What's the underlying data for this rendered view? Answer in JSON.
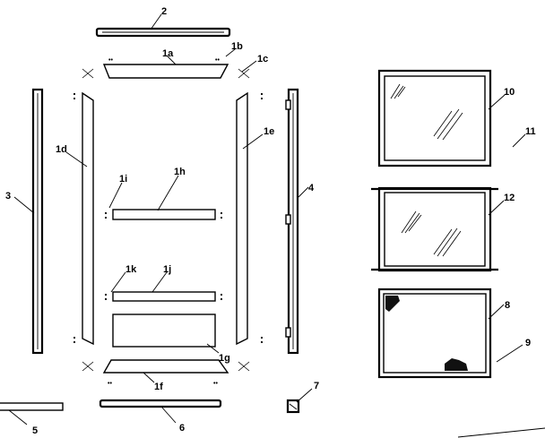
{
  "labels": {
    "l2": "2",
    "l1a": "1a",
    "l1b": "1b",
    "l1c": "1c",
    "l1d": "1d",
    "l1e": "1e",
    "l1h": "1h",
    "l1i": "1i",
    "l1k": "1k",
    "l1j": "1j",
    "l1g": "1g",
    "l1f": "1f",
    "l3": "3",
    "l4": "4",
    "l5": "5",
    "l6": "6",
    "l7": "7",
    "l8": "8",
    "l9": "9",
    "l10": "10",
    "l11": "11",
    "l12": "12"
  }
}
